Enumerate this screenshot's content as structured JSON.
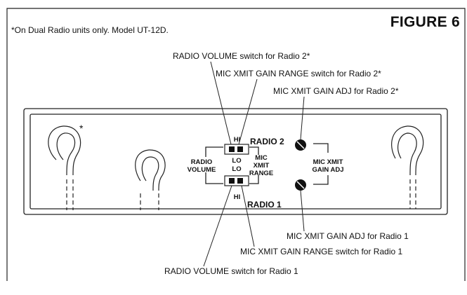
{
  "header": {
    "note": "*On Dual Radio units only. Model UT-12D.",
    "figure_title": "FIGURE 6"
  },
  "callouts": {
    "radio_volume_r2": "RADIO VOLUME switch for Radio 2*",
    "mic_range_r2": "MIC XMIT GAIN RANGE switch for Radio 2*",
    "mic_adj_r2": "MIC XMIT GAIN ADJ for Radio 2*",
    "mic_adj_r1": "MIC XMIT GAIN ADJ for Radio 1",
    "mic_range_r1": "MIC XMIT GAIN RANGE switch for Radio 1",
    "radio_volume_r1": "RADIO VOLUME switch for Radio 1"
  },
  "panel": {
    "asterisk": "*",
    "radio2": "RADIO 2",
    "radio1": "RADIO 1",
    "hi_top": "HI",
    "lo_top": "LO",
    "lo_bottom": "LO",
    "hi_bottom": "HI",
    "radio_volume_1": "RADIO",
    "radio_volume_2": "VOLUME",
    "mic_1": "MIC",
    "mic_2": "XMIT",
    "mic_3": "RANGE",
    "gain_1": "MIC XMIT",
    "gain_2": "GAIN ADJ"
  }
}
